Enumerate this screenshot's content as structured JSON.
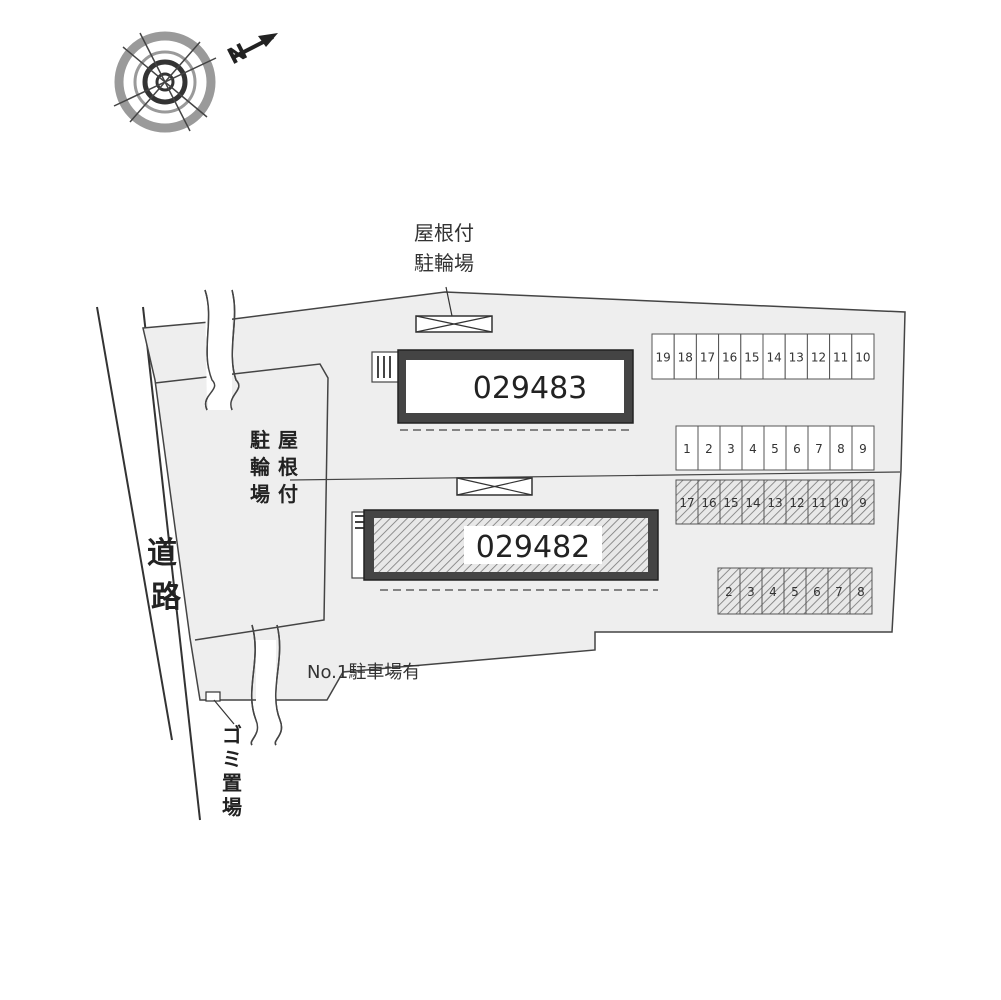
{
  "compass": {
    "north_label": "N"
  },
  "buildings": [
    {
      "id": "upper",
      "label": "029483"
    },
    {
      "id": "lower",
      "label": "029482"
    }
  ],
  "bike_shelter_labels": {
    "top_line1": "屋根付",
    "top_line2": "駐輪場",
    "left_col1": [
      "駐",
      "輪",
      "場"
    ],
    "left_col2": [
      "屋",
      "根",
      "付"
    ]
  },
  "road_label": [
    "道",
    "路"
  ],
  "parking_note": "No.1駐車場有",
  "garbage_label": [
    "ゴ",
    "ミ",
    "置",
    "場"
  ],
  "parking_upper_row": [
    "19",
    "18",
    "17",
    "16",
    "15",
    "14",
    "13",
    "12",
    "11",
    "10"
  ],
  "parking_middle_row": [
    "1",
    "2",
    "3",
    "4",
    "5",
    "6",
    "7",
    "8",
    "9"
  ],
  "parking_hatched_row1": [
    "17",
    "16",
    "15",
    "14",
    "13",
    "12",
    "11",
    "10",
    "9"
  ],
  "parking_hatched_row2": [
    "2",
    "3",
    "4",
    "5",
    "6",
    "7",
    "8"
  ]
}
